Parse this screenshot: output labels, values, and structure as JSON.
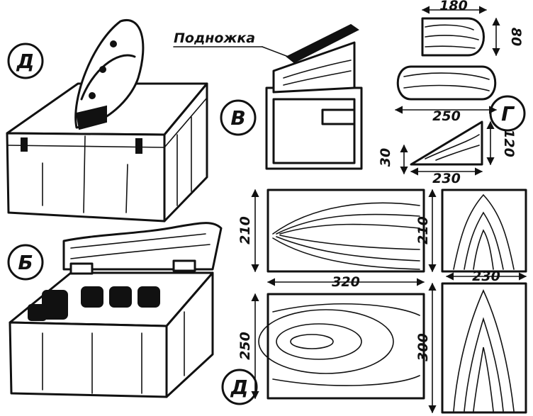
{
  "labels": {
    "a": "Д",
    "b": "Б",
    "v": "В",
    "g": "Г",
    "d": "Д",
    "footrest": "Подножка"
  },
  "dimensions": {
    "d180": "180",
    "d80": "80",
    "d250_top": "250",
    "d30": "30",
    "d120": "120",
    "d230_top": "230",
    "d210_left": "210",
    "d320": "320",
    "d250_left": "250",
    "d210_right": "210",
    "d230_right": "230",
    "d300": "300"
  }
}
